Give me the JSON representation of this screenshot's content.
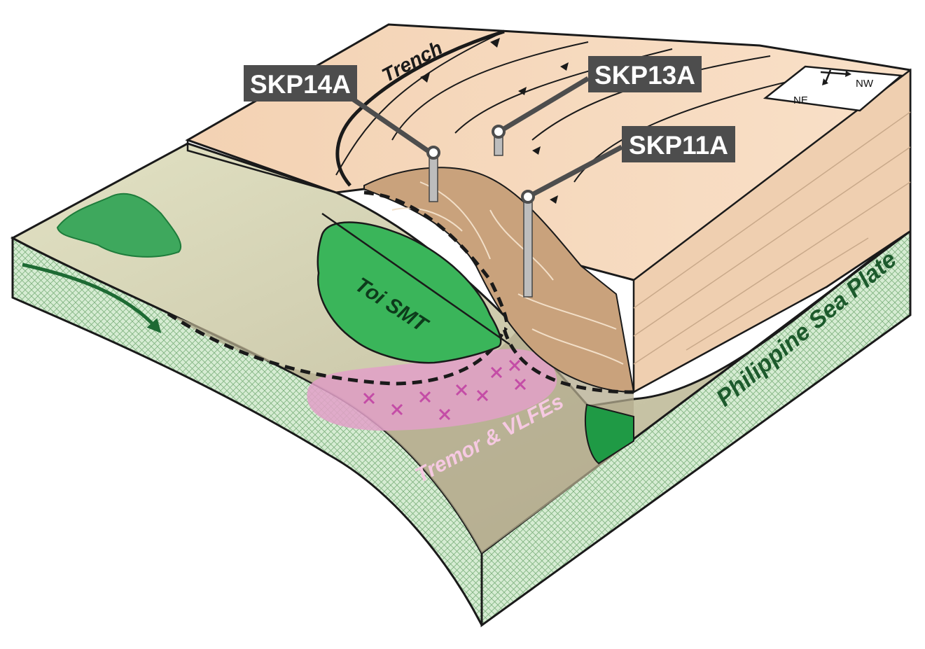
{
  "diagram": {
    "labels": {
      "trench": "Trench",
      "toi_smt": "Toi SMT",
      "tremor": "Tremor & VLFEs",
      "plate": "Philippine Sea Plate"
    },
    "sites": [
      {
        "id": "SKP14A",
        "label": "SKP14A"
      },
      {
        "id": "SKP13A",
        "label": "SKP13A"
      },
      {
        "id": "SKP11A",
        "label": "SKP11A"
      }
    ],
    "compass": {
      "ne": "NE",
      "nw": "NW"
    },
    "colors": {
      "prism": "#f7dcc1",
      "prism_shadow": "#c7a27d",
      "seafloor": "#dad9b6",
      "seamount": "#3aa85a",
      "plate_side": "#cfe6cc",
      "tremor_zone": "#e2a0c8",
      "label_box": "#4d4d4d",
      "plate_text": "#1c5a2c"
    }
  }
}
